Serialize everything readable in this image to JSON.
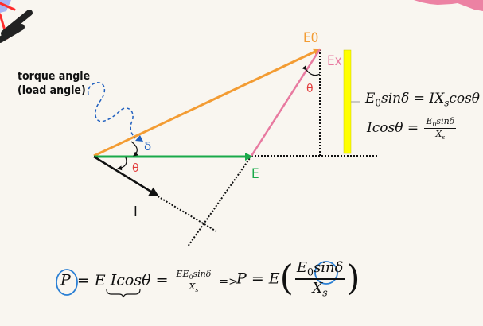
{
  "annotation": {
    "torque_angle_line1": "torque angle",
    "torque_angle_line2": "(load angle)"
  },
  "phasors": {
    "E0_label": "E0",
    "Ex_label": "Ex",
    "E_label": "E",
    "I_label": "I",
    "delta_label": "δ",
    "theta_label_left": "θ",
    "theta_label_right": "θ"
  },
  "colors": {
    "E0": "#f39c33",
    "Ex": "#e87aa0",
    "E": "#1aaa4a",
    "I": "#111111",
    "delta": "#1f5fbf",
    "theta": "#e23b3b",
    "highlight_bar": "#ffff00",
    "circle": "#2a7fd4"
  },
  "equations": {
    "eq1_lhs_E": "E",
    "eq1_lhs_0": "0",
    "eq1_lhs_rest": "sinδ = IX",
    "eq1_sub_s": "s",
    "eq1_rhs": "cosθ",
    "eq2_lhs": "Icosθ =",
    "eq2_num_E": "E",
    "eq2_num_0": "0",
    "eq2_num_rest": "sinδ",
    "eq2_den_X": "X",
    "eq2_den_s": "s",
    "power_P": "P",
    "power_eq_E": "= E",
    "power_icos": "Icosθ",
    "power_eq": "=",
    "power_frac_num_EE": "EE",
    "power_frac_num_0": "0",
    "power_frac_num_rest": "sinδ",
    "power_frac_den_X": "X",
    "power_frac_den_s": "s",
    "implies": "=>",
    "power2_lhs": "P = E",
    "power2_num_E": "E",
    "power2_num_0": "0",
    "power2_num_rest": "sinδ",
    "power2_den_X": "X",
    "power2_den_s": "s",
    "open_paren": "(",
    "close_paren": ")"
  }
}
